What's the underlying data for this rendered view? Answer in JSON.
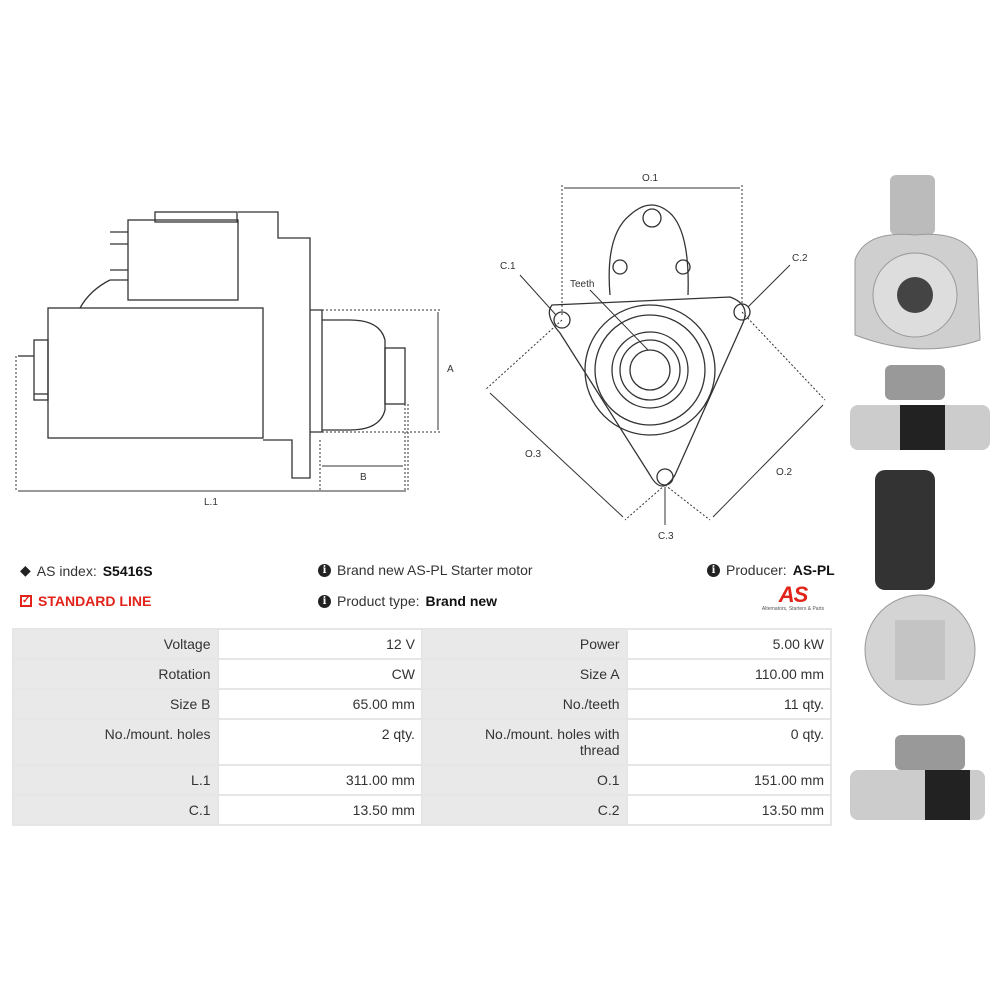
{
  "diagram": {
    "side_labels": {
      "a": "A",
      "b": "B",
      "l1": "L.1"
    },
    "front_labels": {
      "o1": "O.1",
      "o2": "O.2",
      "o3": "O.3",
      "c1": "C.1",
      "c2": "C.2",
      "c3": "C.3",
      "teeth": "Teeth"
    }
  },
  "info": {
    "as_index_label": "AS index:",
    "as_index_value": "S5416S",
    "standard_line": "STANDARD LINE",
    "description": "Brand new AS-PL Starter motor",
    "product_type_label": "Product type:",
    "product_type_value": "Brand new",
    "producer_label": "Producer:",
    "producer_value": "AS-PL",
    "logo_text": "AS",
    "logo_tagline": "Alternators, Starters & Parts"
  },
  "colors": {
    "accent": "#e2231a"
  },
  "specs": [
    {
      "l1": "Voltage",
      "v1": "12 V",
      "l2": "Power",
      "v2": "5.00 kW"
    },
    {
      "l1": "Rotation",
      "v1": "CW",
      "l2": "Size A",
      "v2": "110.00 mm"
    },
    {
      "l1": "Size B",
      "v1": "65.00 mm",
      "l2": "No./teeth",
      "v2": "11 qty."
    },
    {
      "l1": "No./mount. holes",
      "v1": "2 qty.",
      "l2": "No./mount. holes with thread",
      "v2": "0 qty."
    },
    {
      "l1": "L.1",
      "v1": "311.00 mm",
      "l2": "O.1",
      "v2": "151.00 mm"
    },
    {
      "l1": "C.1",
      "v1": "13.50 mm",
      "l2": "C.2",
      "v2": "13.50 mm"
    }
  ]
}
